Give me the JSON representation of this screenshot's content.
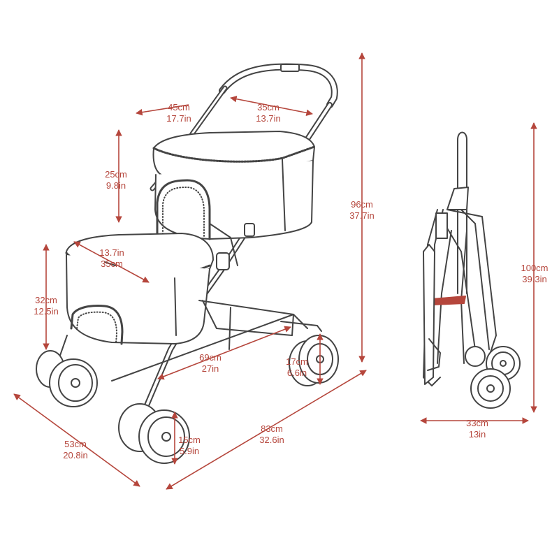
{
  "colors": {
    "line": "#444444",
    "dimension": "#b5463c",
    "hinge": "#b5463c",
    "background": "#ffffff"
  },
  "dimensions": {
    "handle_left": {
      "cm": "45cm",
      "in": "17.7in"
    },
    "handle_right": {
      "cm": "35cm",
      "in": "13.7in"
    },
    "upper_height": {
      "cm": "25cm",
      "in": "9.8in"
    },
    "upper_depth": {
      "cm": "13.7in",
      "in": "35cm"
    },
    "lower_height": {
      "cm": "32cm",
      "in": "12.5in"
    },
    "total_height": {
      "cm": "96cm",
      "in": "37.7in"
    },
    "wheelbase": {
      "cm": "69cm",
      "in": "27in"
    },
    "rear_wheel": {
      "cm": "17cm",
      "in": "6.6in"
    },
    "front_wheel": {
      "cm": "15cm",
      "in": "5.9in"
    },
    "width": {
      "cm": "53cm",
      "in": "20.8in"
    },
    "length": {
      "cm": "83cm",
      "in": "32.6in"
    },
    "folded_height": {
      "cm": "100cm",
      "in": "39.3in"
    },
    "folded_width": {
      "cm": "33cm",
      "in": "13in"
    }
  }
}
